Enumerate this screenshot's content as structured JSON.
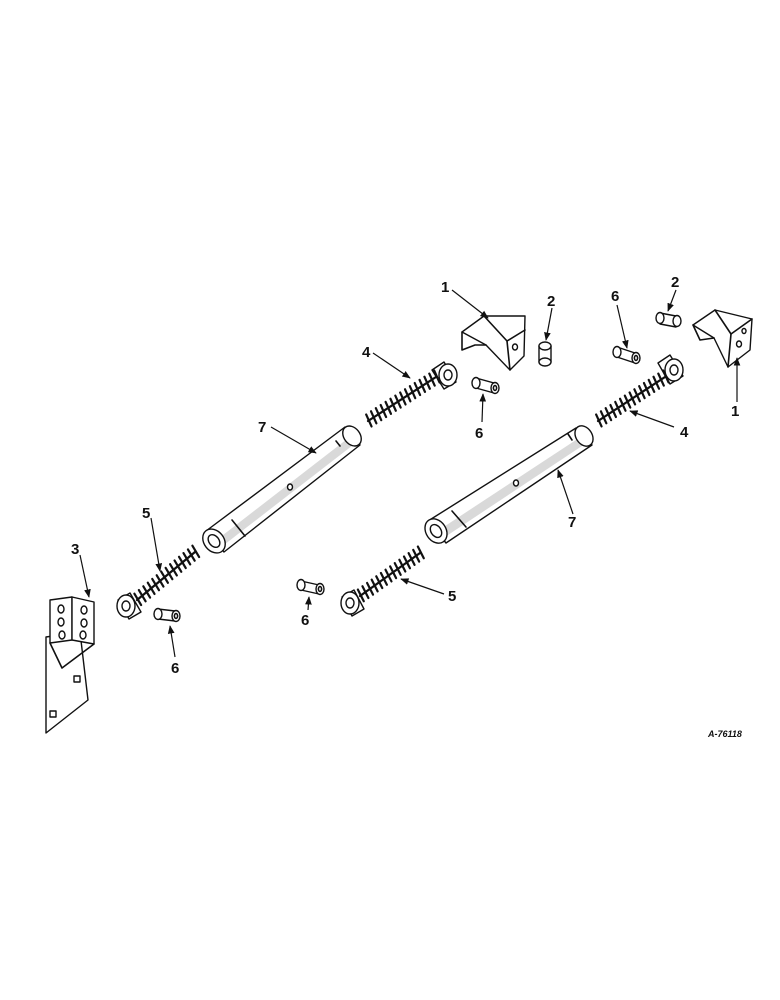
{
  "labels": {
    "bracket_right": "1",
    "bracket_left": "1",
    "spacer_top_left": "2",
    "spacer_top_right": "2",
    "plate": "3",
    "rod_end_top_left": "4",
    "rod_end_right": "4",
    "rod_end_bottom_left": "5",
    "rod_end_bottom_right": "5",
    "bushing_top_right": "6",
    "bushing_center": "6",
    "bushing_bottom_left": "6",
    "bushing_bottom_center": "6",
    "tube_left": "7",
    "tube_right": "7"
  },
  "reference": "A-76118",
  "colors": {
    "ink": "#111111",
    "paper": "#ffffff",
    "shade": "#d9d9d9"
  }
}
